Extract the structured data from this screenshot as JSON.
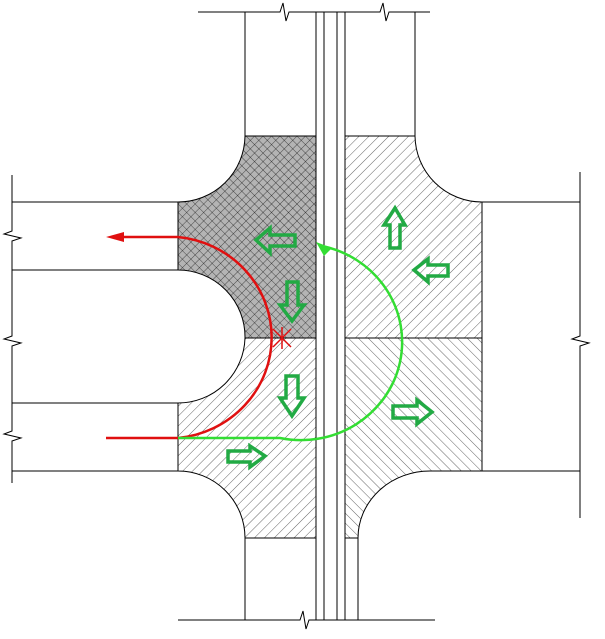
{
  "diagram": {
    "type": "intersection-traffic-phase-diagram",
    "colors": {
      "line": "#000000",
      "conflict_zone_fill": "#b4b4b4",
      "left_turn_path": "#e01010",
      "u_turn_path": "#33dd33",
      "flow_arrow": "#22aa44"
    },
    "icons": [
      "flow-arrow-left",
      "flow-arrow-down",
      "flow-arrow-up",
      "flow-arrow-right",
      "conflict-point-icon",
      "break-line-icon"
    ]
  }
}
